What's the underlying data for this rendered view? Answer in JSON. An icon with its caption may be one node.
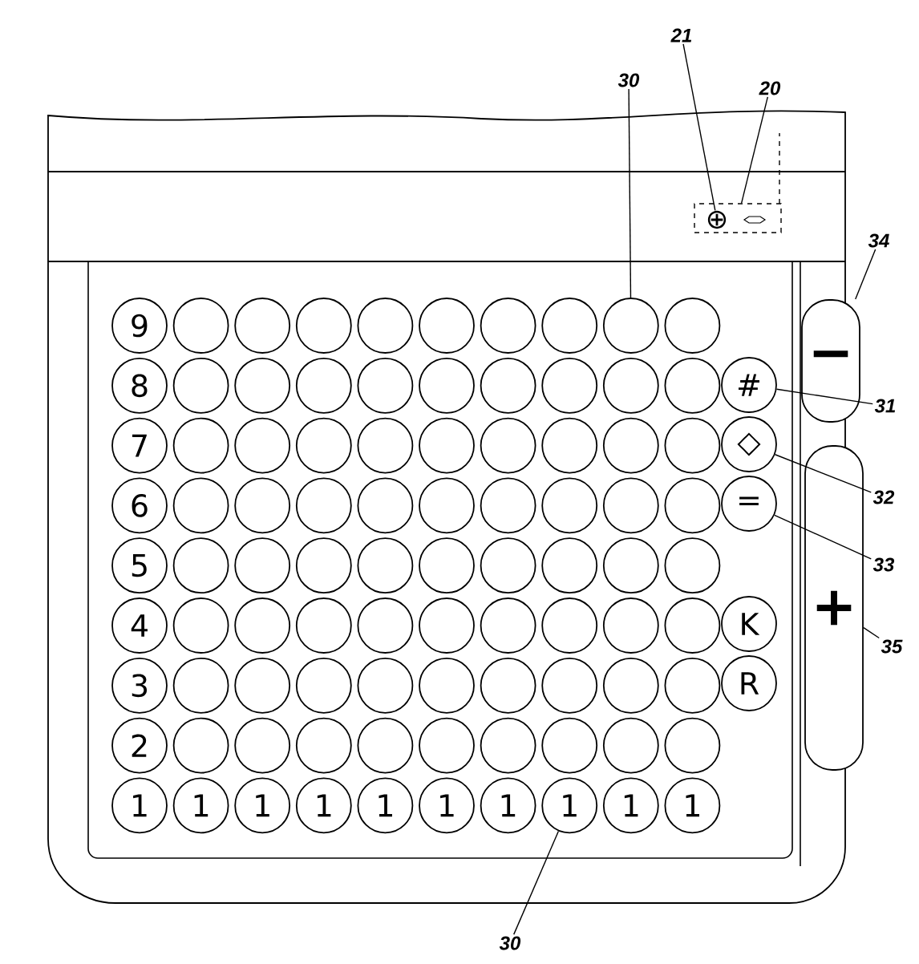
{
  "diagram": {
    "nodes": [
      {
        "text": [
          "21"
        ]
      },
      {
        "text": [
          "20"
        ]
      },
      {
        "text": [
          "30"
        ]
      },
      {
        "text": [],
        "shape": "box"
      },
      {
        "text": [
          "⊕"
        ],
        "in": 3
      },
      {
        "text": [
          "34"
        ]
      },
      {
        "text": [
          "9"
        ]
      },
      {
        "text": [],
        "shape": "circle"
      },
      {
        "text": [],
        "shape": "circle"
      },
      {
        "text": [],
        "shape": "circle"
      },
      {
        "text": [],
        "shape": "circle"
      },
      {
        "text": [],
        "shape": "circle"
      },
      {
        "text": [],
        "shape": "circle"
      },
      {
        "text": [],
        "shape": "circle"
      },
      {
        "text": [],
        "shape": "circle"
      },
      {
        "text": [],
        "shape": "circle"
      },
      {
        "text": [
          "8"
        ]
      },
      {
        "text": [],
        "shape": "circle"
      },
      {
        "text": [],
        "shape": "circle"
      },
      {
        "text": [],
        "shape": "circle"
      },
      {
        "text": [],
        "shape": "circle"
      },
      {
        "text": [],
        "shape": "circle"
      },
      {
        "text": [],
        "shape": "circle"
      },
      {
        "text": [],
        "shape": "circle"
      },
      {
        "text": [],
        "shape": "circle"
      },
      {
        "text": [],
        "shape": "circle"
      },
      {
        "text": [
          "7"
        ]
      },
      {
        "text": [],
        "shape": "circle"
      },
      {
        "text": [],
        "shape": "circle"
      },
      {
        "text": [],
        "shape": "circle"
      },
      {
        "text": [],
        "shape": "circle"
      },
      {
        "text": [],
        "shape": "circle"
      },
      {
        "text": [],
        "shape": "circle"
      },
      {
        "text": [],
        "shape": "circle"
      },
      {
        "text": [],
        "shape": "circle"
      },
      {
        "text": [],
        "shape": "circle"
      },
      {
        "text": [
          "6"
        ]
      },
      {
        "text": [],
        "shape": "circle"
      },
      {
        "text": [],
        "shape": "circle"
      },
      {
        "text": [],
        "shape": "circle"
      },
      {
        "text": [],
        "shape": "circle"
      },
      {
        "text": [],
        "shape": "circle"
      },
      {
        "text": [],
        "shape": "circle"
      },
      {
        "text": [],
        "shape": "circle"
      },
      {
        "text": [],
        "shape": "circle"
      },
      {
        "text": [],
        "shape": "circle"
      },
      {
        "text": [
          "5"
        ]
      },
      {
        "text": [],
        "shape": "circle"
      },
      {
        "text": [],
        "shape": "circle"
      },
      {
        "text": [],
        "shape": "circle"
      },
      {
        "text": [],
        "shape": "circle"
      },
      {
        "text": [],
        "shape": "circle"
      },
      {
        "text": [],
        "shape": "circle"
      },
      {
        "text": [],
        "shape": "circle"
      },
      {
        "text": [],
        "shape": "circle"
      },
      {
        "text": [],
        "shape": "circle"
      },
      {
        "text": [
          "4"
        ]
      },
      {
        "text": [],
        "shape": "circle"
      },
      {
        "text": [],
        "shape": "circle"
      },
      {
        "text": [],
        "shape": "circle"
      },
      {
        "text": [],
        "shape": "circle"
      },
      {
        "text": [],
        "shape": "circle"
      },
      {
        "text": [],
        "shape": "circle"
      },
      {
        "text": [],
        "shape": "circle"
      },
      {
        "text": [],
        "shape": "circle"
      },
      {
        "text": [],
        "shape": "circle"
      },
      {
        "text": [
          "3"
        ]
      },
      {
        "text": [],
        "shape": "circle"
      },
      {
        "text": [],
        "shape": "circle"
      },
      {
        "text": [],
        "shape": "circle"
      },
      {
        "text": [],
        "shape": "circle"
      },
      {
        "text": [],
        "shape": "circle"
      },
      {
        "text": [],
        "shape": "circle"
      },
      {
        "text": [],
        "shape": "circle"
      },
      {
        "text": [],
        "shape": "circle"
      },
      {
        "text": [],
        "shape": "circle"
      },
      {
        "text": [
          "2"
        ]
      },
      {
        "text": [],
        "shape": "circle"
      },
      {
        "text": [],
        "shape": "circle"
      },
      {
        "text": [],
        "shape": "circle"
      },
      {
        "text": [],
        "shape": "circle"
      },
      {
        "text": [],
        "shape": "circle"
      },
      {
        "text": [],
        "shape": "circle"
      },
      {
        "text": [],
        "shape": "circle"
      },
      {
        "text": [],
        "shape": "circle"
      },
      {
        "text": [],
        "shape": "circle"
      },
      {
        "text": [
          "1"
        ]
      },
      {
        "text": [
          "1"
        ]
      },
      {
        "text": [
          "1"
        ]
      },
      {
        "text": [
          "1"
        ]
      },
      {
        "text": [
          "1"
        ]
      },
      {
        "text": [
          "1"
        ]
      },
      {
        "text": [
          "1"
        ]
      },
      {
        "text": [
          "1"
        ]
      },
      {
        "text": [
          "1"
        ]
      },
      {
        "text": [
          "1"
        ]
      },
      {
        "text": [
          "#"
        ]
      },
      {
        "text": [
          "◇"
        ]
      },
      {
        "text": [
          "="
        ]
      },
      {
        "text": [
          "K"
        ]
      },
      {
        "text": [
          "R"
        ]
      },
      {
        "text": [
          "−"
        ]
      },
      {
        "text": [
          "+"
        ]
      },
      {
        "text": [
          "31"
        ]
      },
      {
        "text": [
          "32"
        ]
      },
      {
        "text": [
          "33"
        ]
      },
      {
        "text": [
          "35"
        ]
      },
      {
        "text": [
          "30"
        ]
      }
    ],
    "edges": [
      {
        "from": 0,
        "to": 4,
        "arrow": "none"
      },
      {
        "from": 1,
        "to": 3,
        "arrow": "none"
      },
      {
        "from": 2,
        "to": 14,
        "arrow": "none"
      },
      {
        "from": 5,
        "to": 101,
        "arrow": "none"
      },
      {
        "from": 103,
        "to": 96,
        "arrow": "none"
      },
      {
        "from": 104,
        "to": 97,
        "arrow": "none"
      },
      {
        "from": 105,
        "to": 98,
        "arrow": "none"
      },
      {
        "from": 106,
        "to": 102,
        "arrow": "none"
      },
      {
        "from": 107,
        "to": 93,
        "arrow": "none"
      }
    ]
  }
}
